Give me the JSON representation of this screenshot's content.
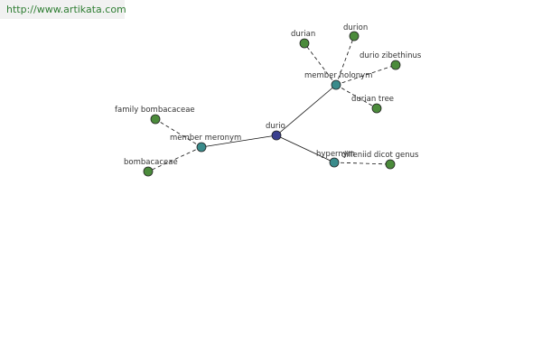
{
  "header": {
    "url": "http://www.artikata.com"
  },
  "colors": {
    "root": "#3a3f8f",
    "relation": "#3a8b8b",
    "leaf": "#4b8b3b",
    "edge": "#111111"
  },
  "graph": {
    "root": {
      "label": "durio"
    },
    "relations": {
      "member_holonym": {
        "label": "member holonym"
      },
      "member_meronym": {
        "label": "member meronym"
      },
      "hypernym": {
        "label": "hypernym"
      }
    },
    "leaves": {
      "durian": {
        "label": "durian"
      },
      "durion": {
        "label": "durion"
      },
      "durio_zibethinus": {
        "label": "durio zibethinus"
      },
      "durian_tree": {
        "label": "durian tree"
      },
      "family_bombacaceae": {
        "label": "family bombacaceae"
      },
      "bombacaceae": {
        "label": "bombacaceae"
      },
      "dilleniid_dicot_genus": {
        "label": "dilleniid dicot genus"
      }
    }
  }
}
